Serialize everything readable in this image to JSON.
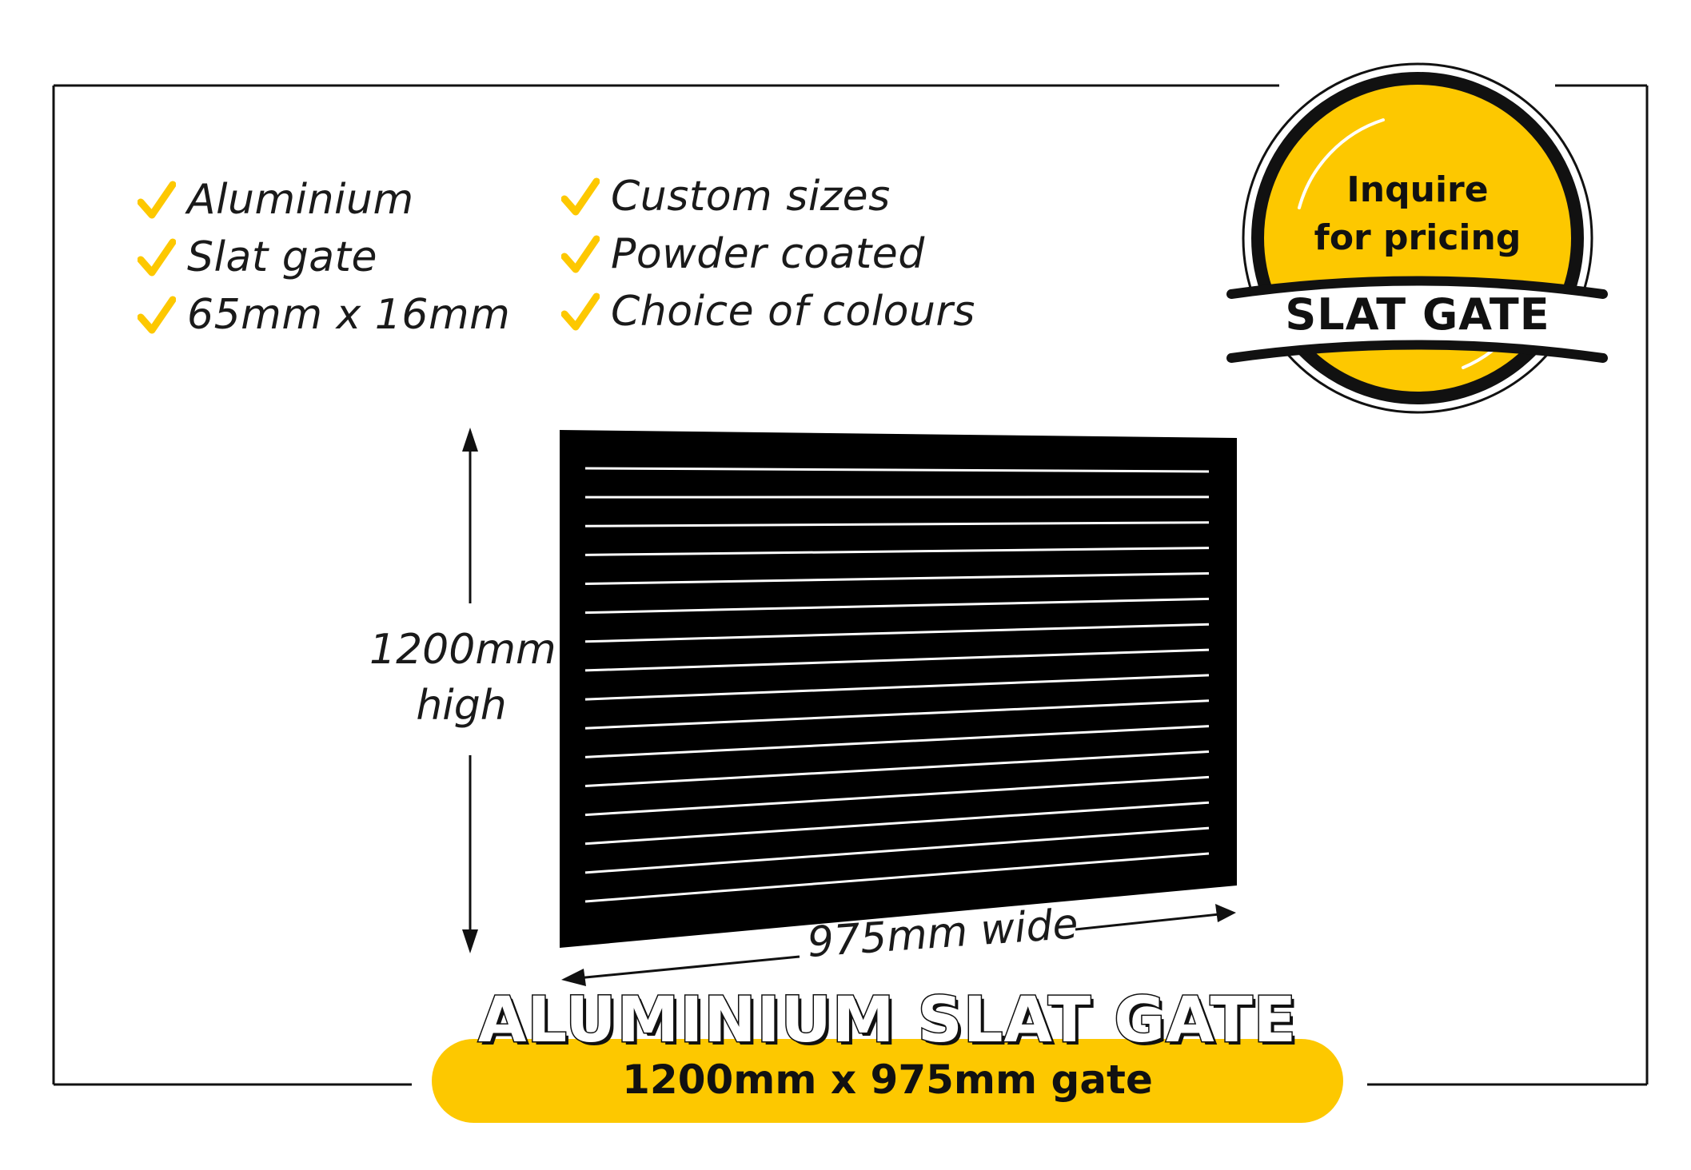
{
  "features_left": [
    "Aluminium",
    "Slat gate",
    "65mm x 16mm"
  ],
  "features_right": [
    "Custom sizes",
    "Powder coated",
    "Choice of colours"
  ],
  "badge": {
    "line1": "Inquire",
    "line2": "for pricing",
    "ribbon": "SLAT GATE"
  },
  "dimensions": {
    "height_value": "1200mm",
    "height_unit": "high",
    "width_label": "975mm wide"
  },
  "title": {
    "main": "ALUMINIUM SLAT GATE",
    "sub": "1200mm x 975mm gate"
  },
  "colors": {
    "accent": "#fdc800",
    "gate": "#000000",
    "ink": "#111111"
  },
  "gate": {
    "slat_count": 16
  }
}
